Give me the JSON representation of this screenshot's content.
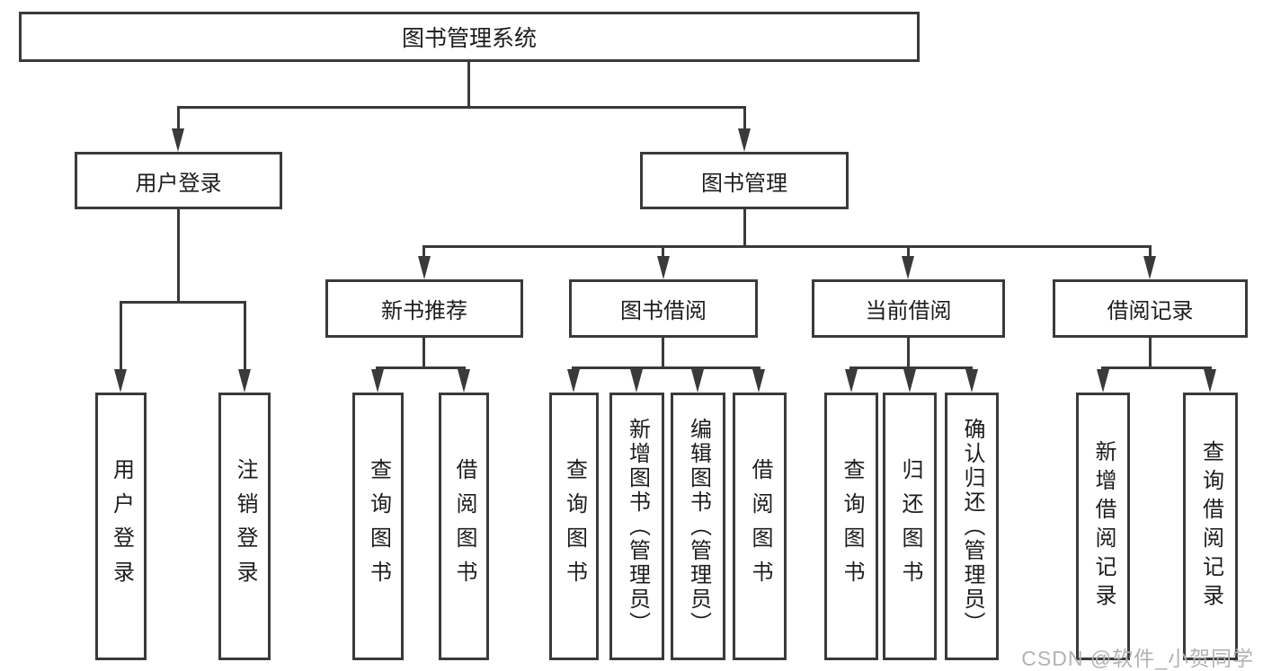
{
  "colors": {
    "line": "#3a3a3a",
    "text": "#1d1d1d",
    "watermark": "#b2b2b2",
    "box_background": "#ffffff"
  },
  "watermark": {
    "text": "CSDN @软件_小贺同学"
  },
  "tree": {
    "root": {
      "label": "图书管理系统"
    },
    "branches": [
      {
        "label": "用户登录",
        "children": [
          "用户登录",
          "注销登录"
        ]
      },
      {
        "label": "图书管理",
        "groups": [
          {
            "label": "新书推荐",
            "children": [
              "查询图书",
              "借阅图书"
            ]
          },
          {
            "label": "图书借阅",
            "children": [
              "查询图书",
              "新增图书（管理员）",
              "编辑图书（管理员）",
              "借阅图书"
            ]
          },
          {
            "label": "当前借阅",
            "children": [
              "查询图书",
              "归还图书",
              "确认归还（管理员）"
            ]
          },
          {
            "label": "借阅记录",
            "children": [
              "新增借阅记录",
              "查询借阅记录"
            ]
          }
        ]
      }
    ]
  }
}
